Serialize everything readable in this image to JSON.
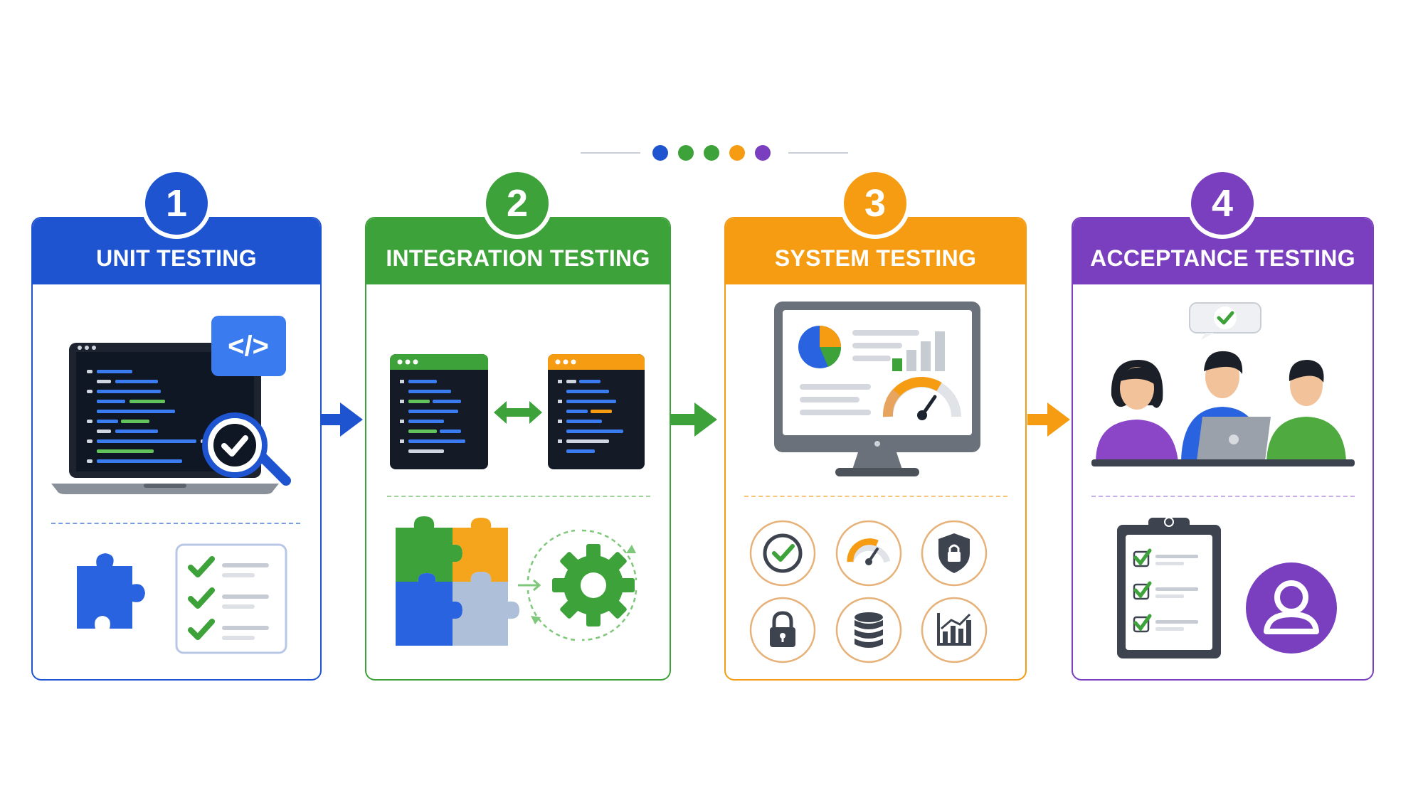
{
  "stages": [
    {
      "number": "1",
      "title": "UNIT TESTING",
      "color": "#1f54d1"
    },
    {
      "number": "2",
      "title": "INTEGRATION TESTING",
      "color": "#3ea23b"
    },
    {
      "number": "3",
      "title": "SYSTEM TESTING",
      "color": "#f59c12"
    },
    {
      "number": "4",
      "title": "ACCEPTANCE TESTING",
      "color": "#7a3fbf"
    }
  ],
  "progress_dots": [
    "#1f54d1",
    "#3ea23b",
    "#3ea23b",
    "#f59c12",
    "#7a3fbf"
  ],
  "icons": {
    "unit": [
      "laptop-code-icon",
      "code-tag-icon",
      "magnifier-check-icon",
      "puzzle-piece-icon",
      "checklist-icon"
    ],
    "integration": [
      "code-window-icon",
      "bidirectional-arrow-icon",
      "puzzle-pieces-icon",
      "gear-cycle-icon"
    ],
    "system": [
      "monitor-dashboard-icon",
      "check-circle-icon",
      "gauge-icon",
      "shield-lock-icon",
      "padlock-icon",
      "database-icon",
      "bar-chart-icon"
    ],
    "acceptance": [
      "speech-bubble-check-icon",
      "team-users-icon",
      "clipboard-checklist-icon",
      "user-avatar-icon"
    ]
  }
}
